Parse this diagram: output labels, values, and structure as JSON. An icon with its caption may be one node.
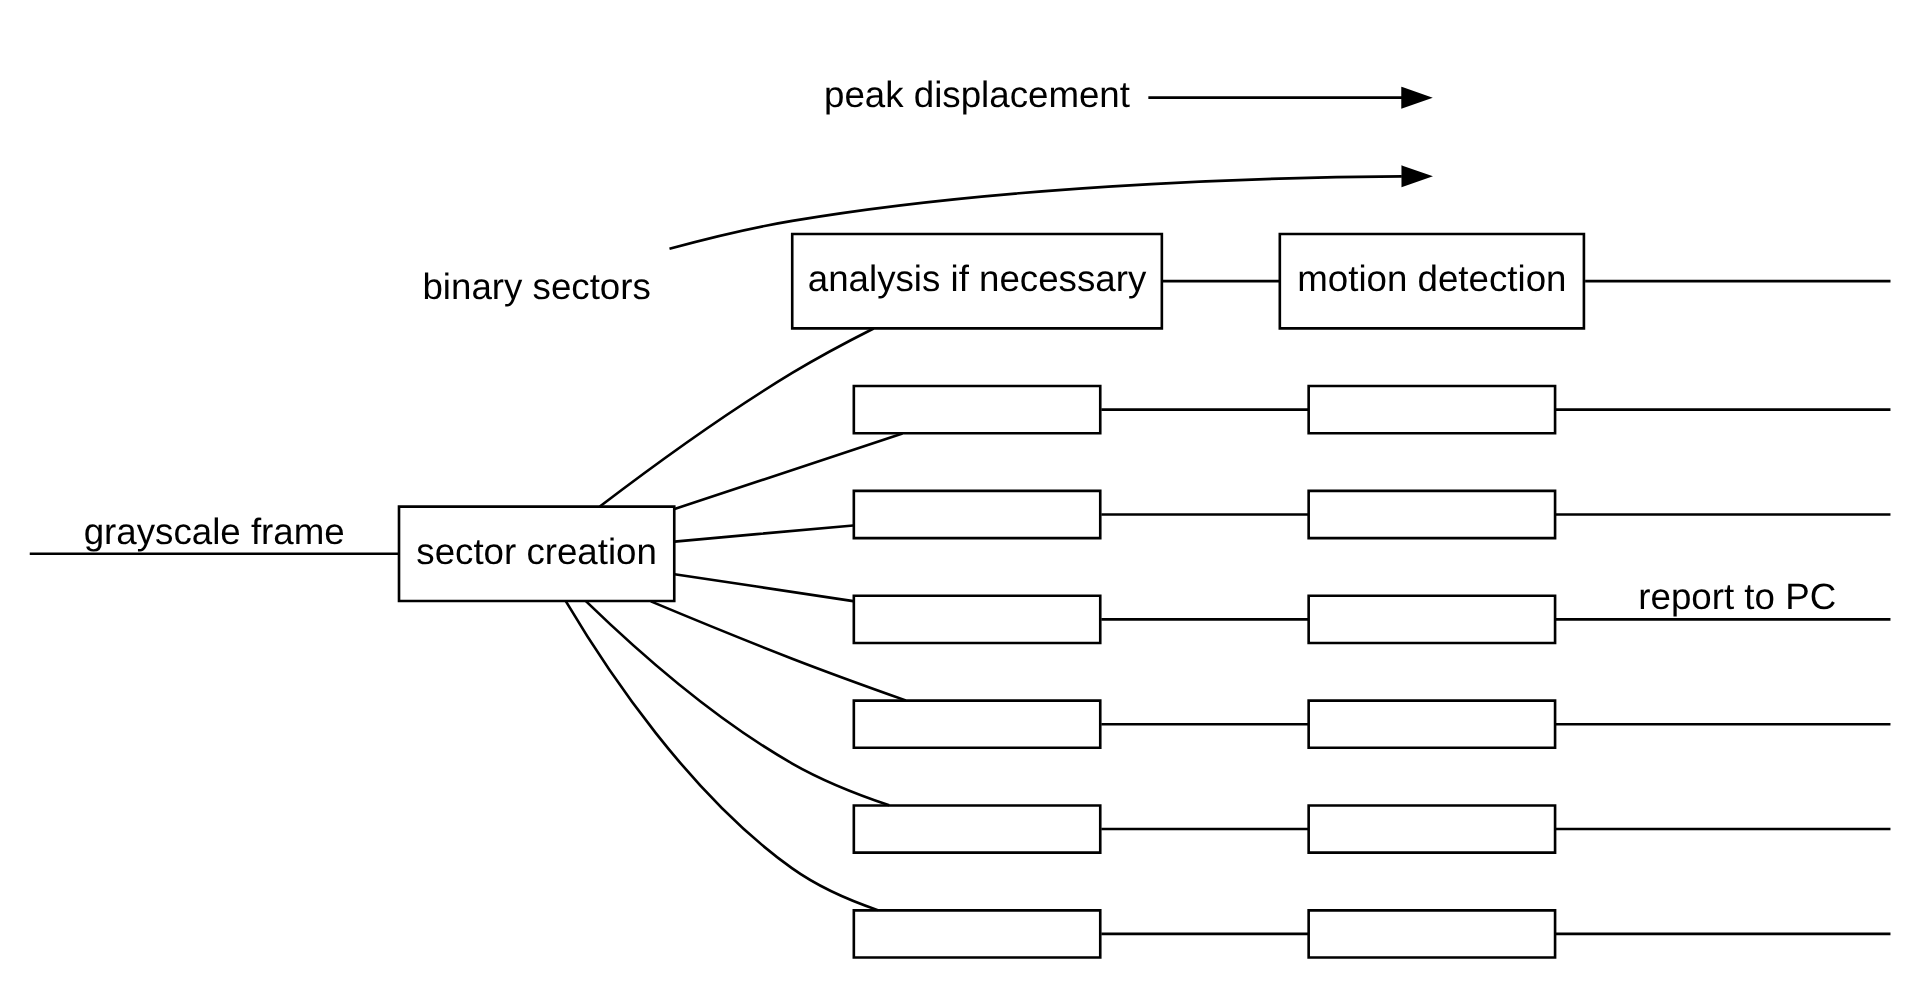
{
  "diagram": {
    "nodes": [
      {
        "text": [
          "peak displacement"
        ]
      },
      {
        "text": [
          "binary sectors"
        ]
      },
      {
        "text": [
          "analysis if necessary"
        ]
      },
      {
        "text": [
          "motion detection"
        ]
      },
      {
        "text": [],
        "shape": "box"
      },
      {
        "text": [],
        "shape": "box"
      },
      {
        "text": [],
        "shape": "box"
      },
      {
        "text": [],
        "shape": "box"
      },
      {
        "text": [
          "sector creation"
        ]
      },
      {
        "text": [],
        "shape": "box"
      },
      {
        "text": [],
        "shape": "box"
      },
      {
        "text": [],
        "shape": "box"
      },
      {
        "text": [],
        "shape": "box"
      },
      {
        "text": [],
        "shape": "box"
      },
      {
        "text": [],
        "shape": "box"
      },
      {
        "text": [],
        "shape": "box"
      },
      {
        "text": [],
        "shape": "box"
      }
    ],
    "edges": [
      {
        "from": null,
        "to": 8,
        "arrow": "none",
        "label": "grayscale frame"
      },
      {
        "from": 8,
        "to": 2,
        "arrow": "none"
      },
      {
        "from": 8,
        "to": 4,
        "arrow": "none"
      },
      {
        "from": 8,
        "to": 6,
        "arrow": "none"
      },
      {
        "from": 8,
        "to": 9,
        "arrow": "none"
      },
      {
        "from": 8,
        "to": 11,
        "arrow": "none"
      },
      {
        "from": 8,
        "to": 13,
        "arrow": "none"
      },
      {
        "from": 8,
        "to": 15,
        "arrow": "none"
      },
      {
        "from": 2,
        "to": 3,
        "arrow": "none"
      },
      {
        "from": 4,
        "to": 5,
        "arrow": "none"
      },
      {
        "from": 6,
        "to": 7,
        "arrow": "none"
      },
      {
        "from": 9,
        "to": 10,
        "arrow": "none"
      },
      {
        "from": 11,
        "to": 12,
        "arrow": "none"
      },
      {
        "from": 13,
        "to": 14,
        "arrow": "none"
      },
      {
        "from": 15,
        "to": 16,
        "arrow": "none"
      },
      {
        "from": 3,
        "to": null,
        "arrow": "none"
      },
      {
        "from": 5,
        "to": null,
        "arrow": "none"
      },
      {
        "from": 7,
        "to": null,
        "arrow": "none"
      },
      {
        "from": 10,
        "to": null,
        "arrow": "none",
        "label": "report to PC"
      },
      {
        "from": 12,
        "to": null,
        "arrow": "none"
      },
      {
        "from": 14,
        "to": null,
        "arrow": "none"
      },
      {
        "from": 16,
        "to": null,
        "arrow": "none"
      },
      {
        "from": 1,
        "to": null,
        "arrow": "to"
      },
      {
        "from": 0,
        "to": null,
        "arrow": "to"
      }
    ]
  }
}
